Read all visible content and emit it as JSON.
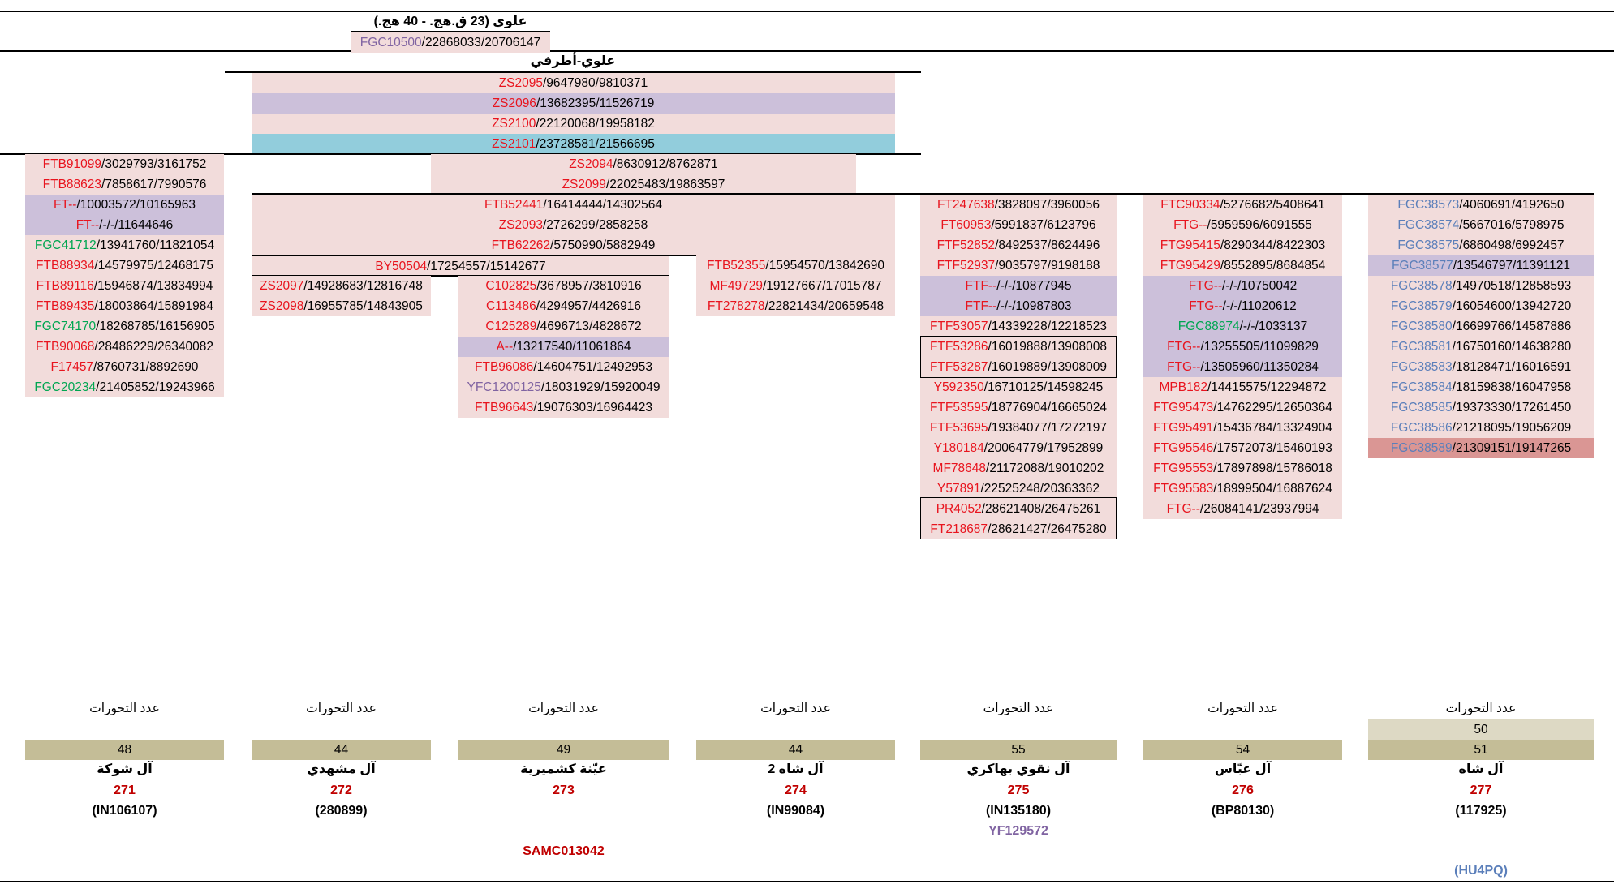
{
  "top": {
    "title": "علوي (23 ق.هج. - 40 هج.)",
    "snp": "FGC10500",
    "v1": "22868033",
    "v2": "20706147"
  },
  "sub": {
    "title": "علوي-أطرفي",
    "rows": [
      {
        "s": "ZS2095",
        "v": "9647980/9810371"
      },
      {
        "s": "ZS2096",
        "v": "13682395/11526719"
      },
      {
        "s": "ZS2100",
        "v": "22120068/19958182"
      },
      {
        "s": "ZS2101",
        "v": "23728581/21566695"
      }
    ]
  },
  "mid": {
    "rows": [
      {
        "s": "ZS2094",
        "v": "8630912/8762871"
      },
      {
        "s": "ZS2099",
        "v": "22025483/19863597"
      }
    ]
  },
  "sub2": {
    "rows": [
      {
        "s": "FTB52441",
        "v": "16414444/14302564"
      },
      {
        "s": "ZS2093",
        "v": "2726299/2858258"
      },
      {
        "s": "FTB62262",
        "v": "5750990/5882949"
      }
    ]
  },
  "by": {
    "s": "BY50504",
    "v": "17254557/15142677"
  },
  "col1": [
    {
      "s": "FTB91099",
      "v": "3029793/3161752"
    },
    {
      "s": "FTB88623",
      "v": "7858617/7990576"
    },
    {
      "s": "FT--",
      "v": "10003572/10165963"
    },
    {
      "s": "FT--",
      "v": "-/-/11644646"
    },
    {
      "s": "FGC41712",
      "v": "13941760/11821054"
    },
    {
      "s": "FTB88934",
      "v": "14579975/12468175"
    },
    {
      "s": "FTB89116",
      "v": "15946874/13834994"
    },
    {
      "s": "FTB89435",
      "v": "18003864/15891984"
    },
    {
      "s": "FGC74170",
      "v": "18268785/16156905"
    },
    {
      "s": "FTB90068",
      "v": "28486229/26340082"
    },
    {
      "s": "F17457",
      "v": "8760731/8892690"
    },
    {
      "s": "FGC20234",
      "v": "21405852/19243966"
    }
  ],
  "col2": [
    {
      "s": "ZS2097",
      "v": "14928683/12816748"
    },
    {
      "s": "ZS2098",
      "v": "16955785/14843905"
    }
  ],
  "col3": [
    {
      "s": "C102825",
      "v": "3678957/3810916"
    },
    {
      "s": "C113486",
      "v": "4294957/4426916"
    },
    {
      "s": "C125289",
      "v": "4696713/4828672"
    },
    {
      "s": "A--",
      "v": "13217540/11061864"
    },
    {
      "s": "FTB96086",
      "v": "14604751/12492953"
    },
    {
      "s": "YFC1200125",
      "v": "18031929/15920049"
    },
    {
      "s": "FTB96643",
      "v": "19076303/16964423"
    }
  ],
  "col4": [
    {
      "s": "FTB52355",
      "v": "15954570/13842690"
    },
    {
      "s": "MF49729",
      "v": "19127667/17015787"
    },
    {
      "s": "FT278278",
      "v": "22821434/20659548"
    }
  ],
  "col5": [
    {
      "s": "FT247638",
      "v": "3828097/3960056"
    },
    {
      "s": "FT60953",
      "v": "5991837/6123796"
    },
    {
      "s": "FTF52852",
      "v": "8492537/8624496"
    },
    {
      "s": "FTF52937",
      "v": "9035797/9198188"
    },
    {
      "s": "FTF--",
      "v": "-/-/10877945"
    },
    {
      "s": "FTF--",
      "v": "-/-/10987803"
    },
    {
      "s": "FTF53057",
      "v": "14339228/12218523"
    },
    {
      "s": "FTF53286",
      "v": "16019888/13908008"
    },
    {
      "s": "FTF53287",
      "v": "16019889/13908009"
    },
    {
      "s": "Y592350",
      "v": "16710125/14598245"
    },
    {
      "s": "FTF53595",
      "v": "18776904/16665024"
    },
    {
      "s": "FTF53695",
      "v": "19384077/17272197"
    },
    {
      "s": "Y180184",
      "v": "20064779/17952899"
    },
    {
      "s": "MF78648",
      "v": "21172088/19010202"
    },
    {
      "s": "Y57891",
      "v": "22525248/20363362"
    },
    {
      "s": "PR4052",
      "v": "28621408/26475261"
    },
    {
      "s": "FT218687",
      "v": "28621427/26475280"
    }
  ],
  "col6": [
    {
      "s": "FTC90334",
      "v": "5276682/5408641"
    },
    {
      "s": "FTG--",
      "v": "5959596/6091555"
    },
    {
      "s": "FTG95415",
      "v": "8290344/8422303"
    },
    {
      "s": "FTG95429",
      "v": "8552895/8684854"
    },
    {
      "s": "FTG--",
      "v": "-/-/10750042"
    },
    {
      "s": "FTG--",
      "v": "-/-/11020612"
    },
    {
      "s": "FGC88974",
      "v": "-/-/1033137"
    },
    {
      "s": "FTG--",
      "v": "13255505/11099829"
    },
    {
      "s": "FTG--",
      "v": "13505960/11350284"
    },
    {
      "s": "MPB182",
      "v": "14415575/12294872"
    },
    {
      "s": "FTG95473",
      "v": "14762295/12650364"
    },
    {
      "s": "FTG95491",
      "v": "15436784/13324904"
    },
    {
      "s": "FTG95546",
      "v": "17572073/15460193"
    },
    {
      "s": "FTG95553",
      "v": "17897898/15786018"
    },
    {
      "s": "FTG95583",
      "v": "18999504/16887624"
    },
    {
      "s": "FTG--",
      "v": "26084141/23937994"
    }
  ],
  "col7": [
    {
      "s": "FGC38573",
      "v": "4060691/4192650"
    },
    {
      "s": "FGC38574",
      "v": "5667016/5798975"
    },
    {
      "s": "FGC38575",
      "v": "6860498/6992457"
    },
    {
      "s": "FGC38577",
      "v": "13546797/11391121"
    },
    {
      "s": "FGC38578",
      "v": "14970518/12858593"
    },
    {
      "s": "FGC38579",
      "v": "16054600/13942720"
    },
    {
      "s": "FGC38580",
      "v": "16699766/14587886"
    },
    {
      "s": "FGC38581",
      "v": "16750160/14638280"
    },
    {
      "s": "FGC38583",
      "v": "18128471/16016591"
    },
    {
      "s": "FGC38584",
      "v": "18159838/16047958"
    },
    {
      "s": "FGC38585",
      "v": "19373330/17261450"
    },
    {
      "s": "FGC38586",
      "v": "21218095/19056209"
    },
    {
      "s": "FGC38589",
      "v": "21309151/19147265"
    }
  ],
  "footer": {
    "count_label": "عدد التحورات",
    "families": [
      {
        "count": "48",
        "name": "آل شوكة",
        "num": "271",
        "code": "(IN106107)",
        "extra": ""
      },
      {
        "count": "44",
        "name": "آل مشهدي",
        "num": "272",
        "code": "(280899)",
        "extra": ""
      },
      {
        "count": "49",
        "name": "عيّنة كشميرية",
        "num": "273",
        "code": "",
        "extra": "SAMC013042"
      },
      {
        "count": "44",
        "name": "آل شاه 2",
        "num": "274",
        "code": "(IN99084)",
        "extra": ""
      },
      {
        "count": "55",
        "name": "آل نقوي بهاكري",
        "num": "275",
        "code": "(IN135180)",
        "extra": "YF129572"
      },
      {
        "count": "54",
        "name": "آل عبّاس",
        "num": "276",
        "code": "(BP80130)",
        "extra": ""
      },
      {
        "count": "51",
        "name": "آل شاه",
        "num": "277",
        "code": "(117925)",
        "extra": "(HU4PQ)",
        "count2": "50"
      }
    ]
  },
  "colors": {
    "pink": "#f2dcdb",
    "lavender": "#ccc0da",
    "cyan": "#92cddc",
    "rose": "#da9694",
    "tan": "#c4bd97",
    "snp_red": "#e8141e",
    "snp_green": "#00a651",
    "snp_blue": "#5b7fba",
    "snp_purple": "#8064a2"
  }
}
